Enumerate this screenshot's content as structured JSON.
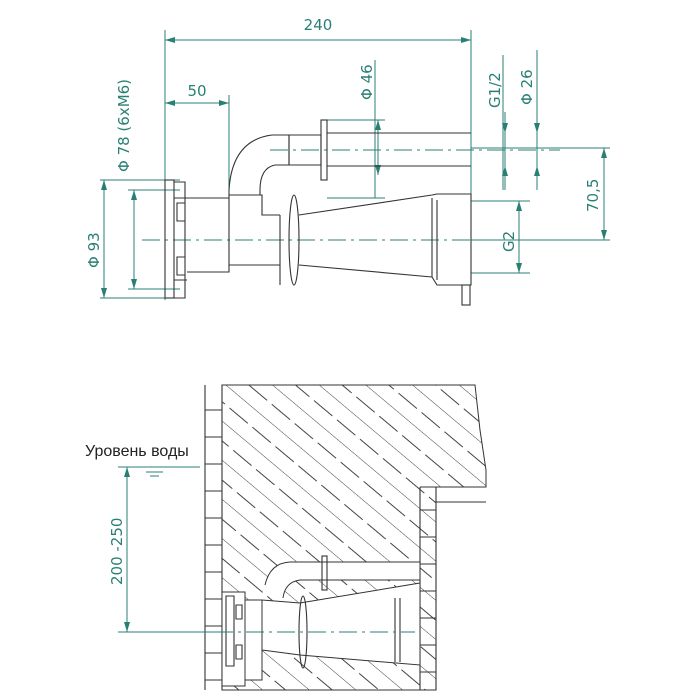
{
  "top_view": {
    "dim_overall": "240",
    "dim_offset": "50",
    "dim_pipe_od": "Φ 46",
    "dim_thread_small": "G1/2",
    "dim_pipe_id": "Φ 26",
    "dim_bolt_circle": "Φ 78 (6xM6)",
    "dim_flange": "Φ 93",
    "dim_thread_large": "G2",
    "dim_axis_distance": "70,5"
  },
  "section_view": {
    "water_level_label": "Уровень воды",
    "dim_depth": "200 -250"
  },
  "colors": {
    "dimension": "#2a7f74",
    "outline": "#333333"
  }
}
